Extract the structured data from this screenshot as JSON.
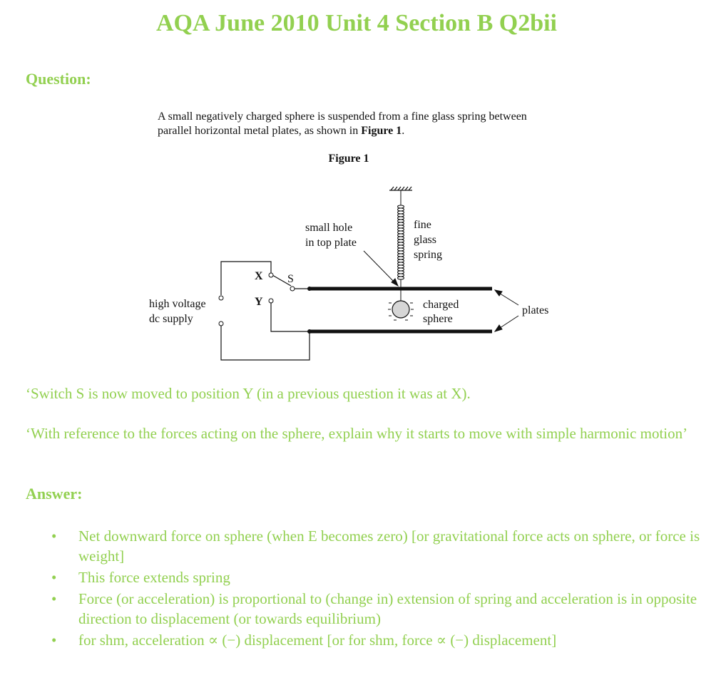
{
  "title": "AQA June 2010 Unit 4 Section B Q2bii",
  "question_heading": "Question:",
  "intro": {
    "line1": "A small negatively charged sphere is suspended from a fine glass spring between",
    "line2_prefix": "parallel horizontal metal plates, as shown in ",
    "line2_bold": "Figure 1",
    "line2_suffix": "."
  },
  "figure": {
    "caption": "Figure 1",
    "labels": {
      "small_hole_1": "small hole",
      "small_hole_2": "in top plate",
      "fine": "fine",
      "glass": "glass",
      "spring": "spring",
      "charged": "charged",
      "sphere": "sphere",
      "plates": "plates",
      "hv_1": "high voltage",
      "hv_2": "dc supply",
      "x": "X",
      "y": "Y",
      "s": "S"
    }
  },
  "question_lines": [
    "‘Switch S is now moved to position Y (in a previous question it was at X).",
    "‘With reference to the forces acting on the sphere, explain why it starts to move with simple harmonic motion’"
  ],
  "answer_heading": "Answer",
  "answer_colon": ":",
  "bullet_symbol": "•",
  "answers": [
    "Net downward force on sphere (when E becomes zero) [or gravitational force acts on sphere, or force is weight]",
    "This force extends spring",
    "Force (or acceleration) is proportional to (change in) extension of spring and acceleration is in opposite direction to displacement (or towards equilibrium)",
    "for shm, acceleration ∝ (−) displacement [or for shm, force ∝ (−) displacement]"
  ],
  "colors": {
    "accent": "#92d050",
    "ink": "#111111"
  }
}
